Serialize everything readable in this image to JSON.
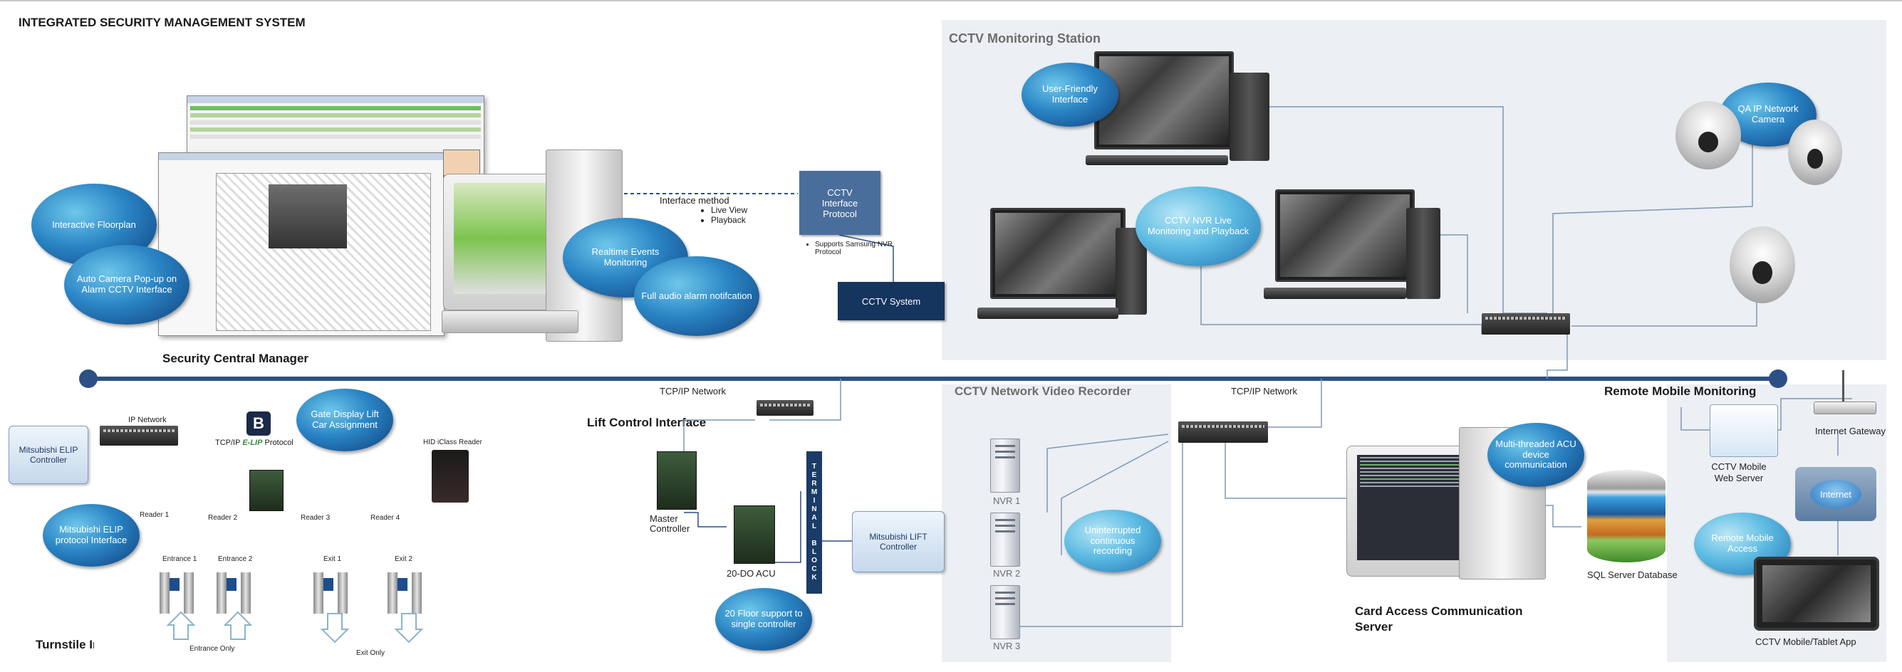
{
  "main_title": "INTEGRATED SECURITY MANAGEMENT SYSTEM",
  "sections": {
    "cctv_station": "CCTV Monitoring Station",
    "security_central": "Security Central Manager",
    "remote_mobile": "Remote Mobile Monitoring",
    "cctv_nvr": "CCTV Network Video Recorder",
    "lift_control": "Lift Control Interface",
    "turnstile": "Turnstile Interface",
    "card_access": "Card Access Communication Server"
  },
  "bubbles": {
    "interactive_floorplan": "Interactive Floorplan",
    "auto_camera": "Auto Camera Pop-up on Alarm CCTV Interface",
    "realtime_events": "Realtime Events Monitoring",
    "full_audio": "Full audio alarm notifcation",
    "user_friendly": "User-Friendly Interface",
    "nvr_live": "CCTV NVR Live Monitoring and Playback",
    "qa_camera": "QA IP Network Camera",
    "gate_display": "Gate Display Lift Car Assignment",
    "elip_protocol": "Mitsubishi ELIP protocol Interface",
    "floor_support": "20 Floor support to single controller",
    "uninterrupted": "Uninterrupted continuous recording",
    "multi_threaded": "Multi-threaded ACU device communication",
    "remote_access": "Remote Mobile Access"
  },
  "cctv_interface": {
    "method_title": "Interface method",
    "methods": [
      "Live View",
      "Playback"
    ],
    "protocol_box": "CCTV Interface Protocol",
    "supports_note": "Supports Samsung NVR Protocol",
    "system_box": "CCTV System"
  },
  "network": {
    "tcpip_left": "TCP/IP Network",
    "tcpip_right": "TCP/IP Network",
    "ip_network": "IP Network",
    "tcpip_prefix": "TCP/IP",
    "elip_brand": "E-LIP",
    "protocol_suffix": "Protocol",
    "b_badge": "B"
  },
  "devices": {
    "mitsubishi_elip": "Mitsubishi ELIP Controller",
    "hid_reader": "HID iClass Reader",
    "master_controller": "Master Controller",
    "acu": "20-DO ACU",
    "terminal_block": "TERMINAL BLOCK",
    "mitsubishi_lift": "Mitsubishi LIFT Controller",
    "nvr1": "NVR 1",
    "nvr2": "NVR 2",
    "nvr3": "NVR 3",
    "sql_server": "SQL Server Database",
    "mobile_web_server": "CCTV Mobile Web Server",
    "internet_gateway": "Internet Gateway",
    "internet": "Internet",
    "mobile_app": "CCTV Mobile/Tablet App"
  },
  "readers": [
    "Reader 1",
    "Reader 2",
    "Reader 3",
    "Reader 4"
  ],
  "gates": [
    "Entrance 1",
    "Entrance 2",
    "Exit 1",
    "Exit 2"
  ],
  "gate_notes": {
    "entrance_only": "Entrance Only",
    "exit_only": "Exit Only"
  },
  "colors": {
    "accent_blue": "#2a84c4",
    "network_line": "#2c4f86",
    "panel_bg": "#eceff3",
    "dark_box": "#33537c"
  }
}
